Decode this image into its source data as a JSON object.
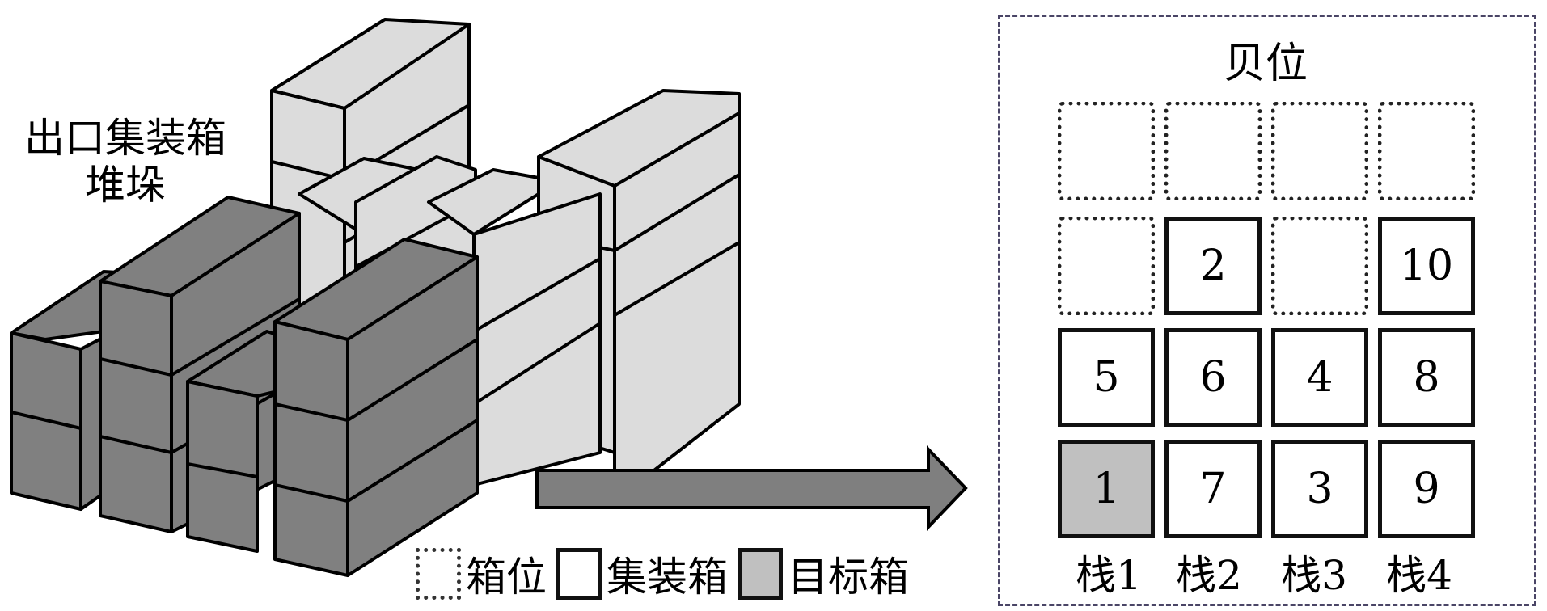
{
  "left_panel": {
    "label_line1": "出口集装箱",
    "label_line2": "堆垛",
    "colors": {
      "container": "#dcdcdc",
      "target_container": "#808080",
      "outline": "#000000"
    }
  },
  "arrow": {
    "color": "#7f7f7f",
    "direction": "right"
  },
  "bay": {
    "title": "贝位",
    "frame_color": "#4a4566",
    "rows": [
      [
        {
          "type": "empty",
          "label": ""
        },
        {
          "type": "empty",
          "label": ""
        },
        {
          "type": "empty",
          "label": ""
        },
        {
          "type": "empty",
          "label": ""
        }
      ],
      [
        {
          "type": "empty",
          "label": ""
        },
        {
          "type": "box",
          "label": "2"
        },
        {
          "type": "empty",
          "label": ""
        },
        {
          "type": "box",
          "label": "10"
        }
      ],
      [
        {
          "type": "box",
          "label": "5"
        },
        {
          "type": "box",
          "label": "6"
        },
        {
          "type": "box",
          "label": "4"
        },
        {
          "type": "box",
          "label": "8"
        }
      ],
      [
        {
          "type": "target",
          "label": "1"
        },
        {
          "type": "box",
          "label": "7"
        },
        {
          "type": "box",
          "label": "3"
        },
        {
          "type": "box",
          "label": "9"
        }
      ]
    ],
    "stacks": [
      "栈1",
      "栈2",
      "栈3",
      "栈4"
    ],
    "target_color": "#c0c0c0"
  },
  "legend": [
    {
      "type": "empty",
      "label": "箱位"
    },
    {
      "type": "box",
      "label": "集装箱"
    },
    {
      "type": "target",
      "label": "目标箱"
    }
  ]
}
